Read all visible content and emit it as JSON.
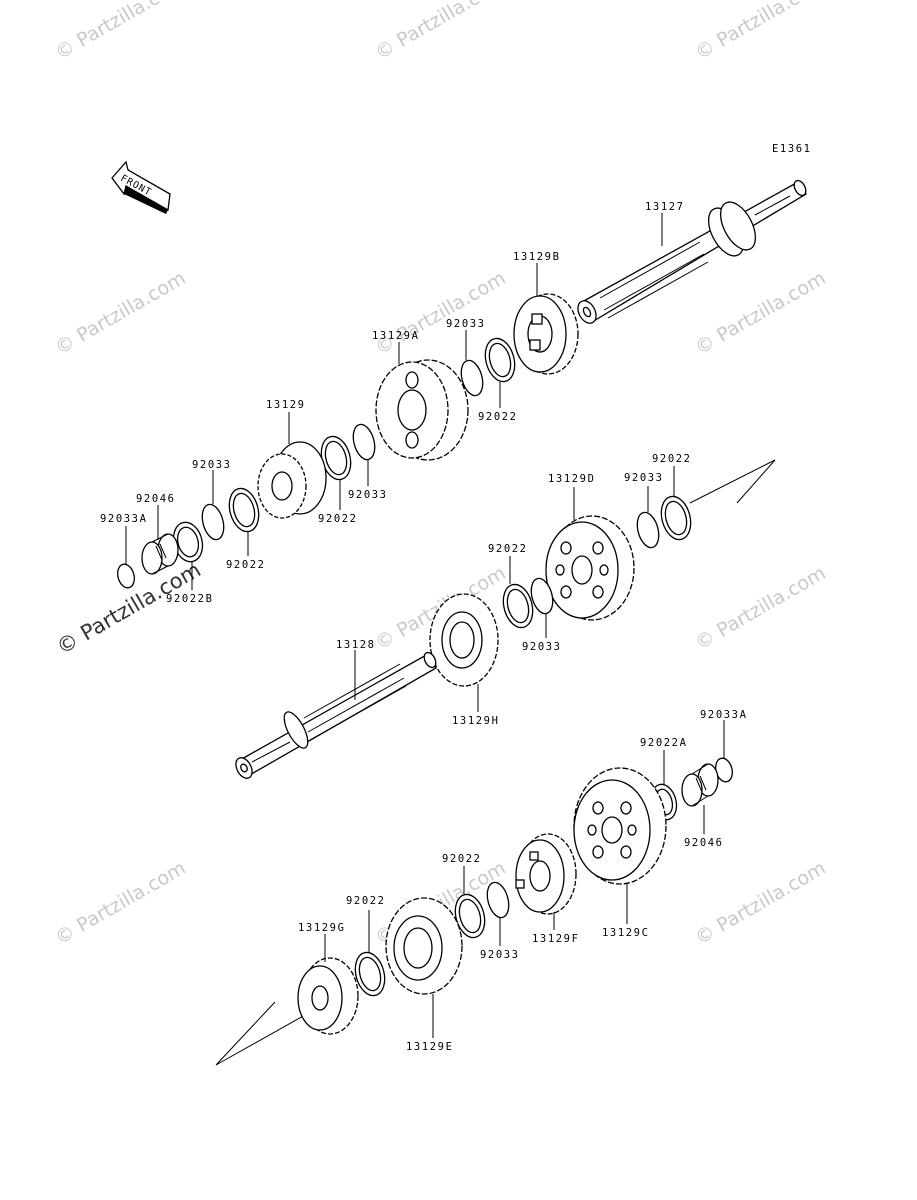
{
  "diagram_code": "E1361",
  "front_label": "FRONT",
  "watermark": {
    "text": "© Partzilla.com",
    "highlight_text": "© Partzilla.com"
  },
  "parts": {
    "shaft_13127": "13127",
    "gear_13129B": "13129B",
    "gear_13129A": "13129A",
    "ring_92033_a": "92033",
    "ring_92022_a": "92022",
    "gear_13129": "13129",
    "ring_92033_b": "92033",
    "ring_92022_b": "92022",
    "ring_92033_c": "92033",
    "ring_92046_a": "92046",
    "ring_92033A_a": "92033A",
    "ring_92022_c": "92022",
    "ring_92022B": "92022B",
    "gear_13129D": "13129D",
    "ring_92033_d": "92033",
    "ring_92022_d": "92022",
    "ring_92022_e": "92022",
    "ring_92033_e": "92033",
    "shaft_13128": "13128",
    "gear_13129H": "13129H",
    "ring_92033A_b": "92033A",
    "ring_92022A": "92022A",
    "ring_92046_b": "92046",
    "ring_92022_f": "92022",
    "ring_92022_g": "92022",
    "ring_92033_f": "92033",
    "gear_13129F": "13129F",
    "gear_13129C": "13129C",
    "gear_13129G": "13129G",
    "gear_13129E": "13129E"
  }
}
